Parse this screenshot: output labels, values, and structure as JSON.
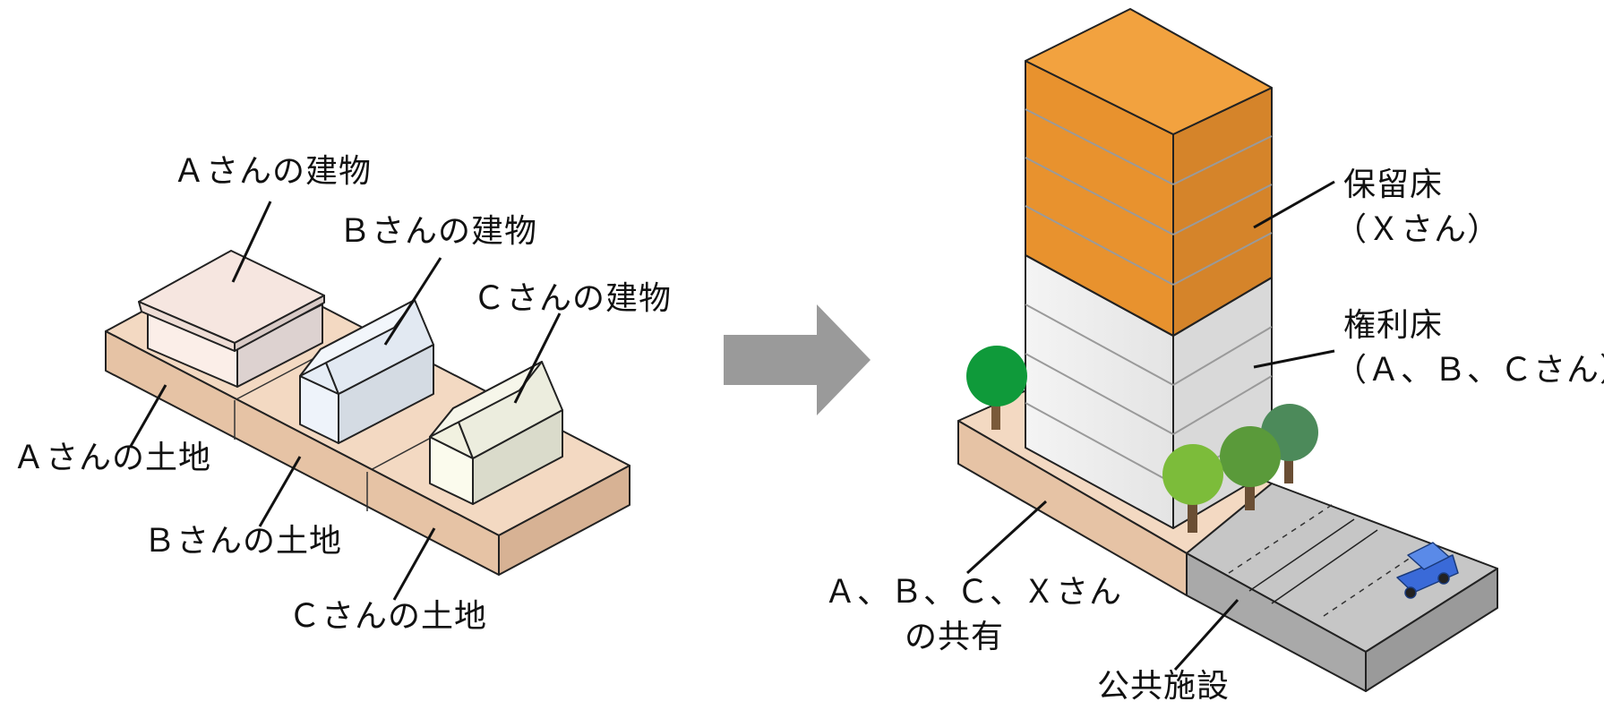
{
  "before": {
    "building_a": "Ａさんの建物",
    "building_b": "Ｂさんの建物",
    "building_c": "Ｃさんの建物",
    "land_a": "Ａさんの土地",
    "land_b": "Ｂさんの土地",
    "land_c": "Ｃさんの土地"
  },
  "after": {
    "reserved_floor": "保留床",
    "reserved_floor_owner": "（Ｘさん）",
    "rights_floor": "権利床",
    "rights_floor_owners": "（Ａ、Ｂ、Ｃさん）",
    "shared_land_line1": "Ａ、Ｂ、Ｃ、Ｘさん",
    "shared_land_line2": "の共有",
    "public_facility": "公共施設"
  },
  "colors": {
    "orange_front": "#e8922e",
    "orange_top": "#f0a040",
    "light_gray": "#e8e8e8",
    "land": "#f2d6bd",
    "road": "#c4c4c4",
    "arrow": "#9a9a9a",
    "tree": "#2e9e3e"
  }
}
